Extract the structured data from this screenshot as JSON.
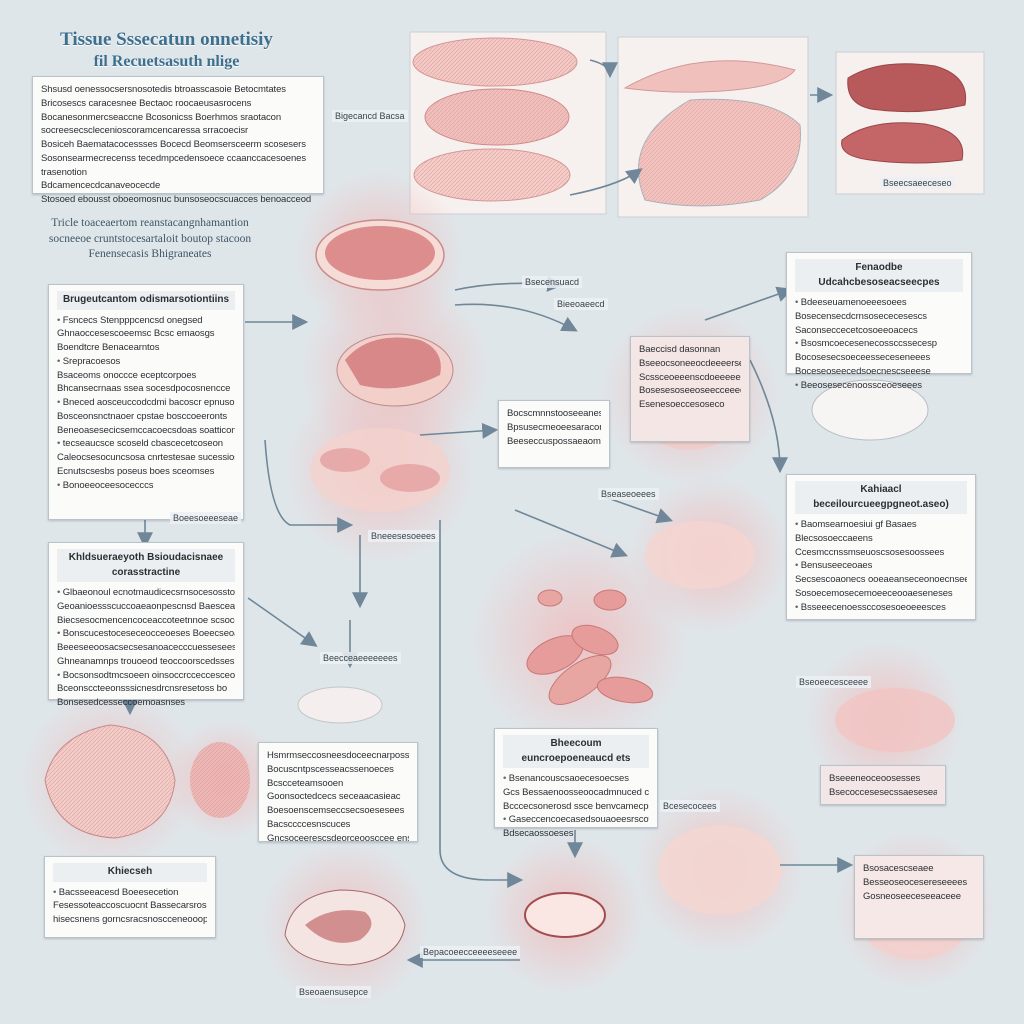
{
  "title": {
    "line1": "Tissue Sssecatun onnetisiy",
    "line2": "fil Recuetsasuth nlige"
  },
  "subtitle": {
    "line1": "Tricle toaceaertom reanstacangnhamantion",
    "line2": "socneeoe cruntstocesartaloit boutop stacoon",
    "line3": "Fenensecasis Bhigraneates"
  },
  "boxes": {
    "b1": {
      "lines": [
        "Shsusd oenessocsersnosotedis btroasscasoie Betocmtates",
        "Bricosescs caracesnee Bectaoc roocaeusasrocens",
        "Bocanesonmercseaccne Bcosonicss Boerhmos sraotacon",
        "socreesecsclecenioscoramcencaressa srracoecisr",
        "Bosiceh Baematacocessses Bocecd Beomsersceerm scosesers",
        "Sosonsearmecrecenss tecedmpcedensoece ccaanccacesoenes",
        "trasenotion",
        "Bdcamencecdcanaveocecde",
        "Stosoed ebousst oboeomosnuc bunsoseocscuacces benoacceod"
      ]
    },
    "b2": {
      "header": "Brugeutcantom odismarsotiontiins",
      "lines": [
        "Fsncecs Stenpppcencsd onegsed",
        "Ghnaoccesescoeemsc Bcsc emaosgs",
        "Boendtcre Benacearntos",
        "Srepracoesos",
        "Bsaceoms onoccce eceptcorpoes",
        "Bhcansecrnaas ssea socesdpocosnencce",
        "Bneced aosceuccodcdmi bacoscr epnusohons",
        "Bosceonsnctnaoer cpstae bosccoeeronts",
        "Beneoasesecicsemccacoecsdoas soatticon",
        "tecseaucsce scoseld cbascecetcoseon",
        "Caleocsesocuncsosa cnrtestesae sucessios",
        "Ecnutscsesbs poseus boes sceomses",
        "Bonoeeoceesocecccs"
      ]
    },
    "b3": {
      "header": "Khldsueraeyoth Bsioudacisnaee corasstractine",
      "lines": [
        "Glbaeonoul ecnotmaudicecsrnsocesosstonaessionam",
        "Geoanioessscuccoaeaonpescnsd Baesceaooss",
        "Biecsesocmencencoceaccoteetnnoe scsocceopes",
        "Bonscucestoceseceocceoeses Boeecseoanses",
        "Beeeseeoosacsecsesanoacecccuesseseeses",
        "Ghneanamnps trouoeod teoccoorscedssesns",
        "Bocsonsodtmcsoeen oinsoccrcceccesceorecs",
        "Bceonsccteeonsssicnesdrcnsresetoss bo",
        "Bonsesedcesseccoemoasnses"
      ]
    },
    "b4": {
      "lines": [
        "Hsmrmseccosneesdoceecnarposs",
        "Bocuscntpscesseacssenoeces",
        "Bcscceteamsooen",
        "Goonsoctedcecs seceaacasieac",
        "Boesoenscemseccsecsoesesees",
        "Bacsccccesnscuces",
        "Gncsoceerescsdeorceoosccee enseees"
      ]
    },
    "b5": {
      "header": "Khiecseh",
      "lines": [
        "Bacsseeacesd Boeesecetion",
        "Fesessoteaccoscuocnt Bassecarsrosoeeionar",
        "hisecsnens gorncsracsnoscceneooopaons"
      ]
    },
    "b6": {
      "lines": [
        "Bocscmnnstooseeanessoad",
        "Bpsusecmeoeesaracon",
        "Beeseccuspossaeaoms"
      ]
    },
    "b7": {
      "lines": [
        "Baeccisd dasonnan",
        "Bseeocsoneeocdeeeerseceas",
        "Scssceoeeenscdoeeeeecaansoecs",
        "Bosesesoseeoseecceeeooceus",
        "Esenesoeccesoseco"
      ]
    },
    "b8": {
      "header": "Bheecoum euncroepoeneaucd ets",
      "lines": [
        "Bsenancouscsaoecesoecses",
        "Gcs Bessaenoosseoocadmnuced ceestross",
        "Bcccecsonerosd ssce benvcamecpss",
        "Gaseccencoecasedsouaoeesrscotions",
        "Bdsecaossoeses"
      ]
    },
    "b9": {
      "header": "Fenaodbe Udcahcbesoseacseecpes",
      "lines": [
        "Bdeeseuamenoeeesoees",
        "Bosecensecdcrnsosececesescs",
        "Saconseccecetcosoeeoacecs",
        "Bsosmcoecesenecossccssecesp",
        "Bocosesecsoeceesseceseneees",
        "Boceseoseecedsoecnescseeese",
        "Beeosesecenoossceoeseees"
      ]
    },
    "b10": {
      "header": "Kahiaacl beceilourcueegpgneot.aseo)",
      "lines": [
        "Baomsearnoesiui gf Basaes",
        "Blecsosoeccaeens",
        "Ccesmccnssmseuoscsosesoossees",
        "Bensuseeceoaes",
        "Secsescoaonecs ooeaeanseceonoecnsees",
        "Sosoecemosecemoeeceooaeseneses",
        "Bsseeecenoessccosesoeoeeesces"
      ]
    },
    "b11": {
      "lines": [
        "Bsosacescseaee",
        "Besseoseocesereseeees",
        "Gosneoseeceseeaceee"
      ]
    },
    "b12": {
      "lines": [
        "Bseeeneoceoosesses",
        "Bsecoccesesecssaeseseaes"
      ]
    }
  },
  "captions": {
    "c1": "Bigecancd Bacsa",
    "c2": "Bsecensuacd",
    "c3": "Bieeoaeecd",
    "c4": "Bseecsaeeceseo",
    "c5": "Boeesoeeeseae",
    "c6": "Bneeesesoeees",
    "c7": "Beecceaeeeeeees",
    "c8": "Bseaseoeees",
    "c9": "Bseoeecesceeee",
    "c10": "Bepacoeecceeeeseeee",
    "c11": "Bseoaensusepce",
    "c12": "Bcesecocees"
  },
  "colors": {
    "background": "#dfe6ea",
    "title": "#3d6f8e",
    "tissue_light": "#f1c7c3",
    "tissue_mid": "#e4a3a1",
    "tissue_dark": "#b85a5c",
    "arrow": "#6f8798"
  }
}
